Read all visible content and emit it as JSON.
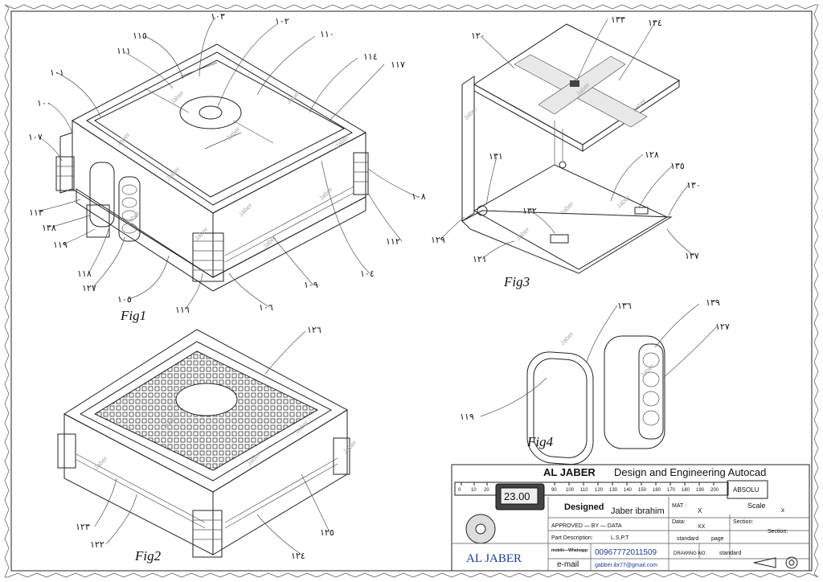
{
  "figures": {
    "fig1": {
      "caption": "Fig1",
      "labels": [
        "١٠٣",
        "١٠٢",
        "١١٥",
        "١١١",
        "١١٠",
        "١١٤",
        "١١٧",
        "١٠١",
        "١٠٠",
        "١٠٧",
        "١١٣",
        "١٣٨",
        "١١٩",
        "١١٨",
        "١٢٧",
        "١٠٥",
        "١١٦",
        "١٠٦",
        "١٠٩",
        "١٠٤",
        "١١٢",
        "١٠٨"
      ]
    },
    "fig2": {
      "caption": "Fig2",
      "labels": [
        "١٢٦",
        "١٢٣",
        "١٢٢",
        "١٢٤",
        "١٢٥"
      ]
    },
    "fig3": {
      "caption": "Fig3",
      "labels": [
        "١٢٠",
        "١٣٣",
        "١٣٤",
        "١٣١",
        "١٢٨",
        "١٣٥",
        "١٣٠",
        "١٣٢",
        "١٢٩",
        "١٢١",
        "١٣٧"
      ]
    },
    "fig4": {
      "caption": "Fig4",
      "labels": [
        "١٣٦",
        "١٣٩",
        "١٢٧",
        "١١٩"
      ]
    }
  },
  "watermark": "Jaber",
  "title_block": {
    "company_title": "AL JABER",
    "title_rest": "Design and Engineering Autocad",
    "caliper_reading": "23.00",
    "caliper_brand": "ABSOLU",
    "scale_ticks": [
      "0",
      "10",
      "20",
      "90",
      "100",
      "110",
      "120",
      "130",
      "140",
      "150",
      "160",
      "170",
      "180",
      "190",
      "200"
    ],
    "designed_label": "Designed",
    "designer_name": "Jaber ibrahim",
    "approved_label": "APPROVED — BY — DATA",
    "part_desc_label": "Part Description:",
    "part_desc_value": "L.S.P.T",
    "mat_label": "MAT :",
    "mat_value": "X",
    "scale_label": "Scale",
    "scale_value": "x",
    "data_label": "Data:",
    "data_value": "XX",
    "section_label": "Section:",
    "section_value": "Section:",
    "standard_label": "standard",
    "page_label": "page",
    "drawing_no_label": "DRAWING NO:",
    "drawing_no_value": "standard",
    "mobile_label": "mobile—Whatsapp",
    "mobile_value": "00967772011509",
    "email_label": "e-mail",
    "email_value": "gabber.ibr77@gmail.com",
    "logo_text": "AL JABER"
  }
}
